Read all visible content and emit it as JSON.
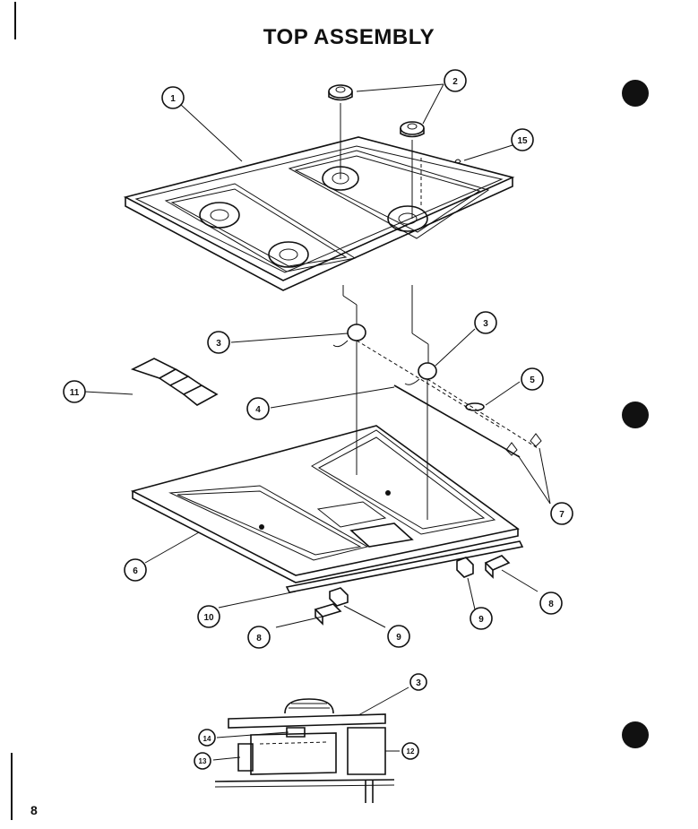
{
  "title": "TOP ASSEMBLY",
  "page_number": "8",
  "callouts": [
    "1",
    "2",
    "3",
    "3",
    "4",
    "5",
    "6",
    "7",
    "8",
    "8",
    "9",
    "9",
    "10",
    "11",
    "3",
    "14",
    "13",
    "12",
    "15"
  ],
  "colors": {
    "ink": "#111111",
    "paper": "#ffffff"
  }
}
